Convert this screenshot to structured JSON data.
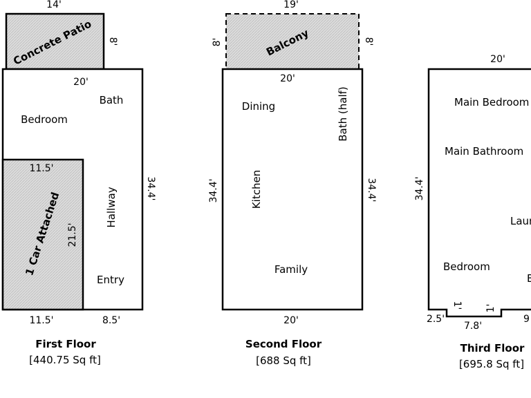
{
  "first_floor": {
    "title": "First Floor",
    "area": "[440.75 Sq ft]",
    "patio": {
      "label": "Concrete Patio",
      "width": "14'",
      "depth": "8'"
    },
    "rooms": {
      "bedroom": "Bedroom",
      "bath": "Bath",
      "hallway": "Hallway",
      "entry": "Entry",
      "garage": "1 Car Attached"
    },
    "dims": {
      "top": "20'",
      "right": "34.4'",
      "garage_top": "11.5'",
      "garage_side": "21.5'",
      "bottom_left": "11.5'",
      "bottom_right": "8.5'"
    }
  },
  "second_floor": {
    "title": "Second Floor",
    "area": "[688 Sq ft]",
    "balcony": {
      "label": "Balcony",
      "width": "19'",
      "left_depth": "8'",
      "right_depth": "8'"
    },
    "rooms": {
      "dining": "Dining",
      "bath_half": "Bath (half)",
      "kitchen": "Kitchen",
      "family": "Family"
    },
    "dims": {
      "top": "20'",
      "left": "34.4'",
      "right": "34.4'",
      "bottom": "20'"
    }
  },
  "third_floor": {
    "title": "Third Floor",
    "area": "[695.8 Sq ft]",
    "rooms": {
      "main_bedroom": "Main Bedroom",
      "main_bathroom": "Main Bathroom",
      "laundry": "Laun",
      "bedroom": "Bedroom",
      "b": "B"
    },
    "dims": {
      "top": "20'",
      "left": "34.4'",
      "notch_left": "2.5'",
      "notch_width": "7.8'",
      "notch_depth_left": "1'",
      "notch_depth_right": "1'",
      "right_partial": "9"
    }
  },
  "colors": {
    "hatch_fill": "#d9d9d9",
    "line": "#000000",
    "background": "#ffffff"
  }
}
